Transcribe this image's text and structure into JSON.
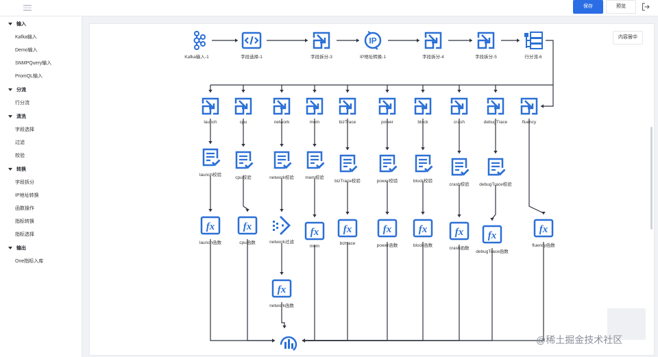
{
  "header": {
    "save_label": "保存",
    "preview_label": "预览"
  },
  "sidebar": {
    "groups": [
      {
        "title": "输入",
        "items": [
          "Kafka输入",
          "Demo输入",
          "SNMPQuery输入",
          "PromQL输入"
        ]
      },
      {
        "title": "分流",
        "items": [
          "行分流"
        ]
      },
      {
        "title": "清洗",
        "items": [
          "字段选择",
          "过滤",
          "校验"
        ]
      },
      {
        "title": "转换",
        "items": [
          "字段拆分",
          "IP地址转换",
          "函数操作",
          "指标转换",
          "指标选择"
        ]
      },
      {
        "title": "输出",
        "items": [
          "One指标入库"
        ]
      }
    ]
  },
  "canvas": {
    "center_button": "内容居中",
    "top_row": [
      "Kafka输入-1",
      "字段选择-1",
      "字段拆分-3",
      "IP地址转换-1",
      "字段拆分-4",
      "字段拆分-5",
      "行分流-6"
    ],
    "branches": [
      {
        "split": "launch",
        "check": "launch校验",
        "func": "launch函数"
      },
      {
        "split": "cpu",
        "check": "cpu校验",
        "func": "cpu函数"
      },
      {
        "split": "network",
        "check": "network校验",
        "filter": "network过滤",
        "func": "network函数"
      },
      {
        "split": "mem",
        "check": "mem校验",
        "func": "mem"
      },
      {
        "split": "bizTrace",
        "check": "bizTrace校验",
        "func": "biztrace"
      },
      {
        "split": "power",
        "check": "power校验",
        "func": "power函数"
      },
      {
        "split": "block",
        "check": "block校验",
        "func": "block函数"
      },
      {
        "split": "crash",
        "check": "crash校验",
        "func": "crash函数"
      },
      {
        "split": "debugTrace",
        "check": "debugTrace校验",
        "func": "debugTrace函数"
      },
      {
        "split": "fluency",
        "func": "fluency函数"
      }
    ]
  },
  "watermark": "@稀土掘金技术社区",
  "colors": {
    "accent": "#2b6de5",
    "icon": "#2a6fd6"
  }
}
